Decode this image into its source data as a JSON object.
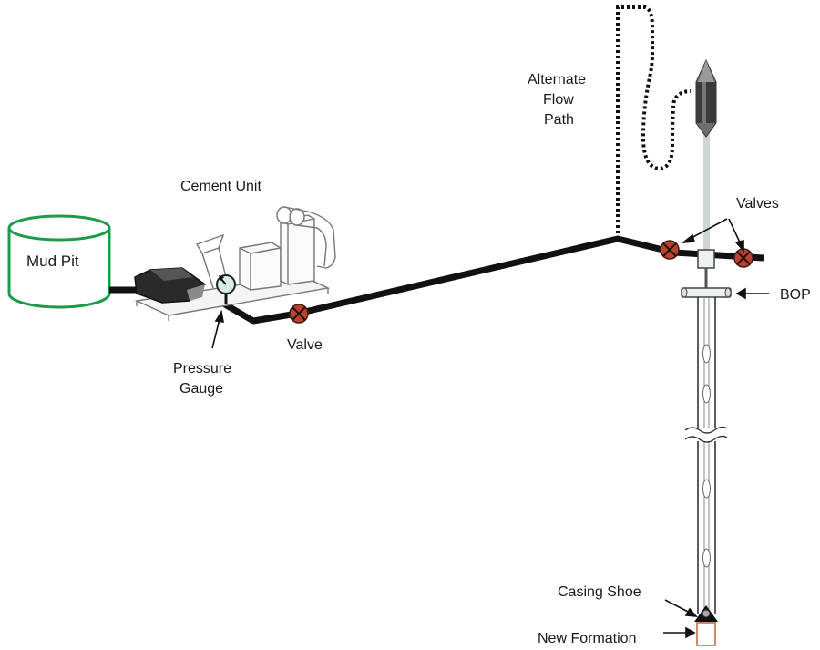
{
  "labels": {
    "mud_pit": "Mud Pit",
    "cement_unit": "Cement Unit",
    "pressure_gauge_line1": "Pressure",
    "pressure_gauge_line2": "Gauge",
    "valve": "Valve",
    "alternate_line1": "Alternate",
    "alternate_line2": "Flow",
    "alternate_line3": "Path",
    "valves": "Valves",
    "bop": "BOP",
    "casing_shoe": "Casing Shoe",
    "new_formation": "New Formation"
  },
  "colors": {
    "mud_pit_outline": "#1f9a4a",
    "valve_fill": "#b5432e",
    "pipe": "#111111",
    "new_formation_outline": "#c0714a",
    "gauge_face": "#d6ece6"
  },
  "icons": {
    "valve": "valve-icon",
    "gauge": "pressure-gauge-icon",
    "plug": "cement-plug-icon"
  }
}
